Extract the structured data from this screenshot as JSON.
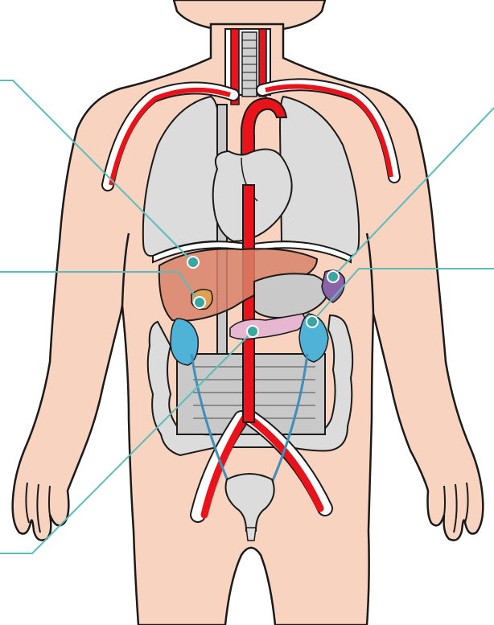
{
  "diagram": {
    "kind": "human body internal organs illustration",
    "labels_visible": false,
    "structures": [
      "body-outline",
      "left-arm",
      "right-arm",
      "neck",
      "head",
      "left-lung",
      "right-lung",
      "heart",
      "trachea",
      "aorta",
      "vena-cava",
      "carotid-artery",
      "jugular-vein",
      "subclavian-artery-left",
      "subclavian-artery-right",
      "diaphragm",
      "liver",
      "gallbladder",
      "stomach",
      "spleen",
      "pancreas",
      "left-kidney",
      "right-kidney",
      "left-ureter",
      "right-ureter",
      "small-intestine",
      "large-intestine",
      "bladder",
      "iliac-artery-left",
      "iliac-artery-right"
    ],
    "pointers": [
      {
        "target": "liver",
        "side": "left"
      },
      {
        "target": "gallbladder",
        "side": "left"
      },
      {
        "target": "spleen",
        "side": "right"
      },
      {
        "target": "kidney",
        "side": "right"
      },
      {
        "target": "pancreas",
        "side": "left"
      }
    ]
  },
  "colors": {
    "skin": "#f7d3c0",
    "outline": "#1a1a1a",
    "organ_gray": "#dcdcdc",
    "organ_gray_dark": "#c9c9c9",
    "artery": "#e8131b",
    "liver": "#d9826a",
    "gallbladder": "#e0a050",
    "kidney": "#4fb3d8",
    "ureter": "#3f8fb8",
    "spleen": "#8a63a8",
    "pancreas": "#e7b7d2",
    "pointer": "#5bbdba",
    "pointer_dot_fill": "#3aa6a2"
  }
}
